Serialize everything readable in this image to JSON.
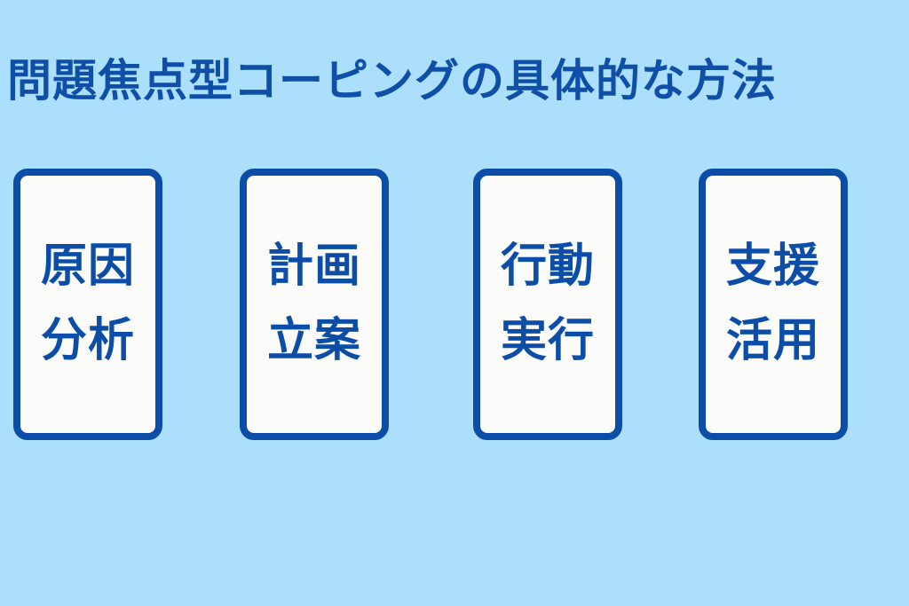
{
  "title": "問題焦点型コーピングの具体的な方法",
  "cards": [
    {
      "line1": "原因",
      "line2": "分析"
    },
    {
      "line1": "計画",
      "line2": "立案"
    },
    {
      "line1": "行動",
      "line2": "実行"
    },
    {
      "line1": "支援",
      "line2": "活用"
    }
  ],
  "colors": {
    "background": "#acdffb",
    "accent": "#0c4da8",
    "card_fill": "#fbfbfa"
  }
}
